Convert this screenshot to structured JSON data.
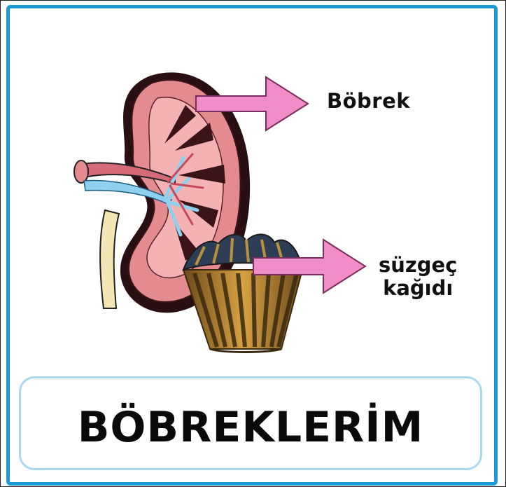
{
  "diagram": {
    "labels": {
      "kidney": "Böbrek",
      "filter_line1": "süzgeç",
      "filter_line2": "kağıdı"
    },
    "title": "BÖBREKLERİM",
    "colors": {
      "frame": "#1f98d6",
      "title_border": "#a9d8ef",
      "arrow": "#f08cc6",
      "kidney": "#e48b90",
      "filter_paper": "#b8862e"
    },
    "icons": [
      "kidney-illustration",
      "filter-paper-illustration",
      "arrow-right-icon"
    ]
  }
}
